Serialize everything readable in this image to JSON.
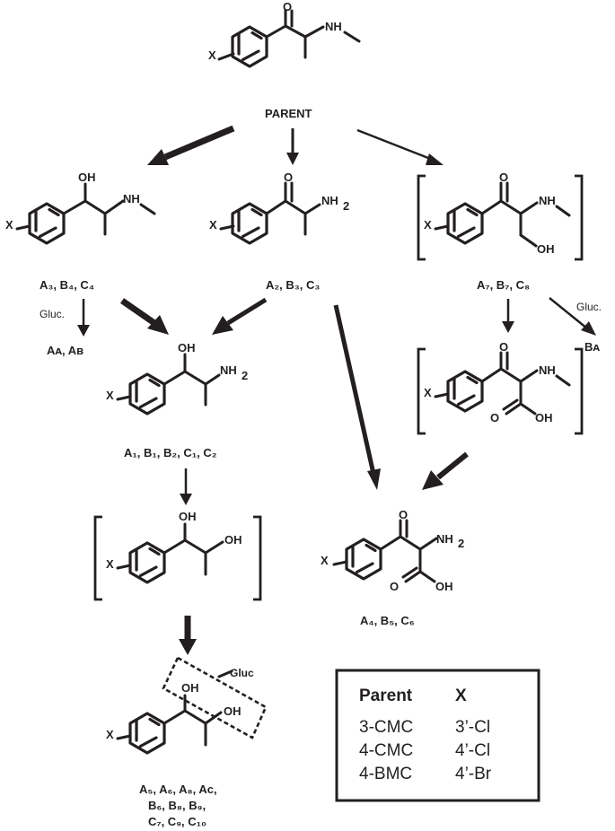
{
  "parent_label": "PARENT",
  "atoms": {
    "X": "X",
    "O": "O",
    "OH": "OH",
    "NH": "NH",
    "NH2": "NH",
    "sub2": "2"
  },
  "gluc_labels": {
    "short": "Gluc",
    "long": "Gluc."
  },
  "metabolites": {
    "m1": "A₃, B₄, C₄",
    "m2": "A₂, B₃, C₃",
    "m3": "A₇, B₇, C₈",
    "gluc1": "Aᴀ, Aʙ",
    "gluc2": "Bᴀ",
    "m4": "A₁, B₁, B₂, C₁, C₂",
    "m5": "A₄, B₅, C₆",
    "m6_line1": "A₅, A₆, A₈, Aᴄ,",
    "m6_line2": "B₆, B₈, B₉,",
    "m6_line3": "C₇, C₉, C₁₀"
  },
  "legend": {
    "col1_header": "Parent",
    "col2_header": "X",
    "rows": [
      {
        "parent": "3-CMC",
        "x": "3’-Cl"
      },
      {
        "parent": "4-CMC",
        "x": "4’-Cl"
      },
      {
        "parent": "4-BMC",
        "x": "4’-Br"
      }
    ]
  }
}
